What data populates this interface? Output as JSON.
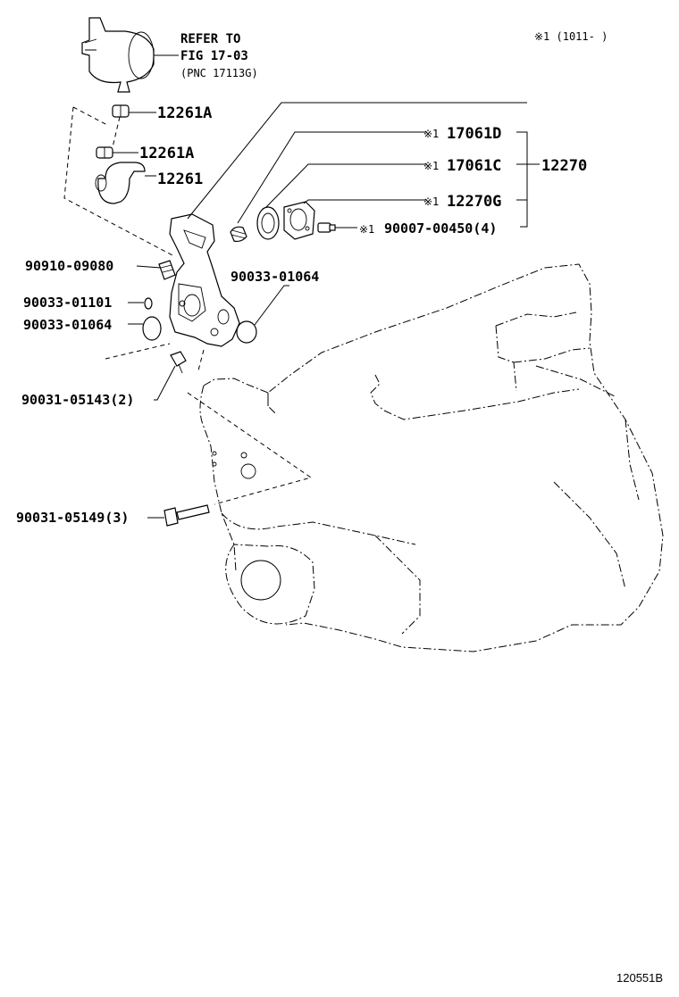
{
  "header": {
    "refer_line1": "REFER TO",
    "refer_line2": "FIG 17-03",
    "refer_line3": "(PNC 17113G)",
    "date_note": "※1 (1011-     )"
  },
  "callouts": {
    "p12261A_top": "12261A",
    "p12261A_mid": "12261A",
    "p12261": "12261",
    "p17061D": "17061D",
    "p17061C": "17061C",
    "p12270": "12270",
    "p12270G": "12270G",
    "p90007": "90007-00450(4)",
    "p90910": "90910-09080",
    "p90033_01064_right": "90033-01064",
    "p90033_01101": "90033-01101",
    "p90033_01064_left": "90033-01064",
    "p90031_05143": "90031-05143(2)",
    "p90031_05149": "90031-05149(3)",
    "mark": "※1"
  },
  "footer": {
    "figure_id": "120551B"
  }
}
